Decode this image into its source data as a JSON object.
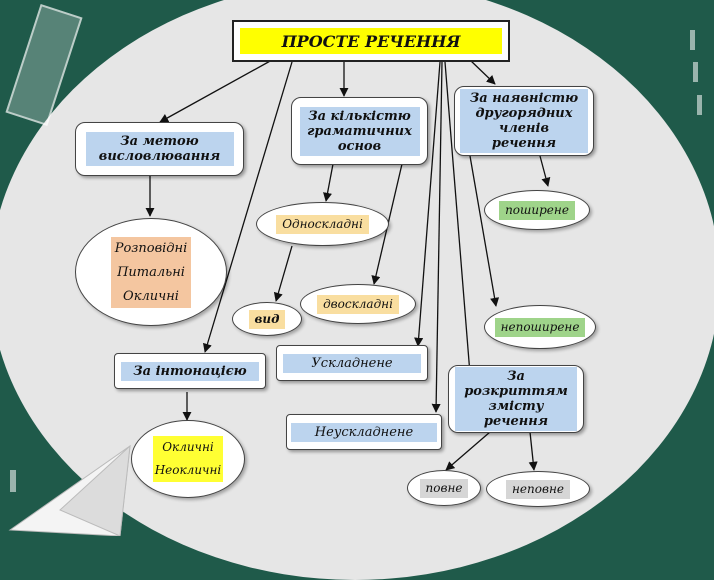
{
  "diagram": {
    "title": "ПРОСТЕ РЕЧЕННЯ",
    "nodes": {
      "purpose": "За метою висловлювання",
      "purpose_items": [
        "Розповідні",
        "Питальні",
        "Окличні"
      ],
      "bases": "За кількістю граматичних основ",
      "one_part": "Односкладні",
      "one_part_kind": "вид",
      "two_part": "двоскладні",
      "secondary": "За наявністю другорядних членів речення",
      "extended": "поширене",
      "non_extended": "непоширене",
      "intonation": "За інтонацією",
      "intonation_items": [
        "Окличні",
        "Неокличні"
      ],
      "complicated": "Ускладнене",
      "uncomplicated": "Неускладнене",
      "content": "За розкриттям змісту речення",
      "complete": "повне",
      "incomplete": "неповне"
    }
  },
  "colors": {
    "board": "#1f5a4a",
    "circle": "#e6e6e6",
    "title_fill": "#ffff00",
    "blue_label": "#bcd4ee",
    "yellow_label": "#ffff33",
    "green_label": "#9fd48a",
    "peach_label": "#f4c6a0",
    "gray_label": "#d6d6d6"
  }
}
